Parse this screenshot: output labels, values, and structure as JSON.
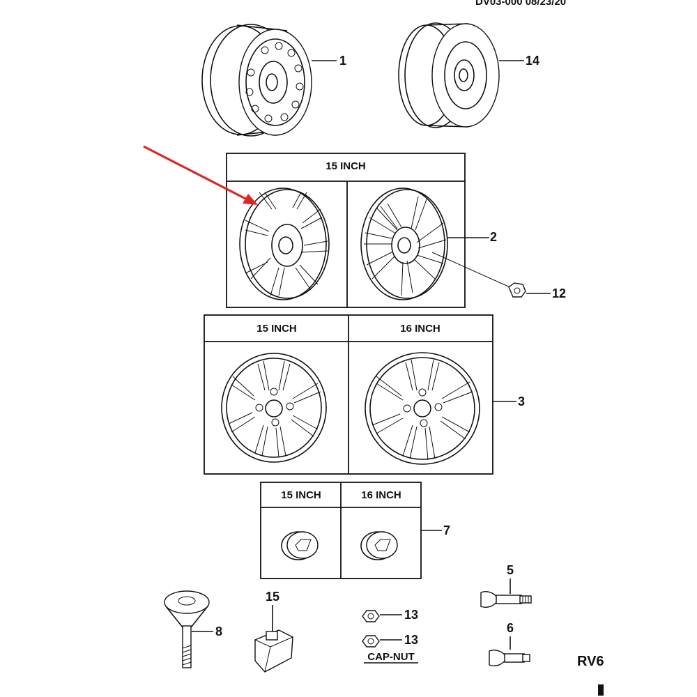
{
  "header_fragment": "DV03-000 08/23/20",
  "section_headers": {
    "covers_15": "15 INCH",
    "alloy_15": "15 INCH",
    "alloy_16": "16 INCH",
    "cap_15": "15 INCH",
    "cap_16": "16 INCH"
  },
  "callouts": {
    "c1": "1",
    "c14": "14",
    "c2": "2",
    "c12": "12",
    "c3": "3",
    "c7": "7",
    "c5": "5",
    "c6": "6",
    "c8": "8",
    "c15": "15",
    "c13a": "13",
    "c13b": "13"
  },
  "cap_nut_label": "CAP-NUT",
  "footer_fragment": "RV6",
  "colors": {
    "arrow": "#e02424",
    "line": "#111111"
  }
}
